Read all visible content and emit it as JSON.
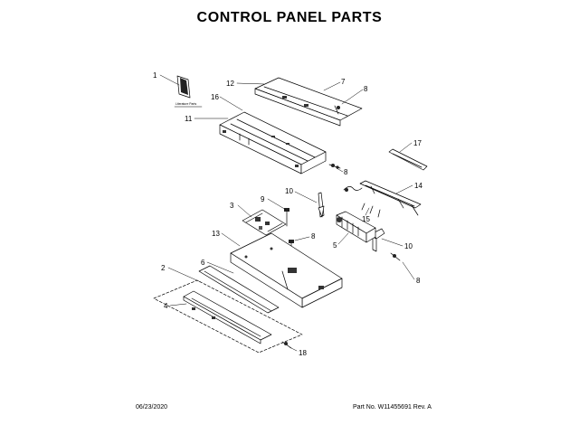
{
  "title": "CONTROL PANEL PARTS",
  "footer": {
    "date": "06/23/2020",
    "part_no": "Part No.  W11455691  Rev. A"
  },
  "literature_label": "Literature Parts",
  "callouts": {
    "c1": "1",
    "c2": "2",
    "c3": "3",
    "c4": "4",
    "c5": "5",
    "c6": "6",
    "c7": "7",
    "c8a": "8",
    "c8b": "8",
    "c8c": "8",
    "c8d": "8",
    "c9": "9",
    "c10a": "10",
    "c10b": "10",
    "c11": "11",
    "c12": "12",
    "c13": "13",
    "c14": "14",
    "c15": "15",
    "c16": "16",
    "c17": "17",
    "c18": "18"
  }
}
